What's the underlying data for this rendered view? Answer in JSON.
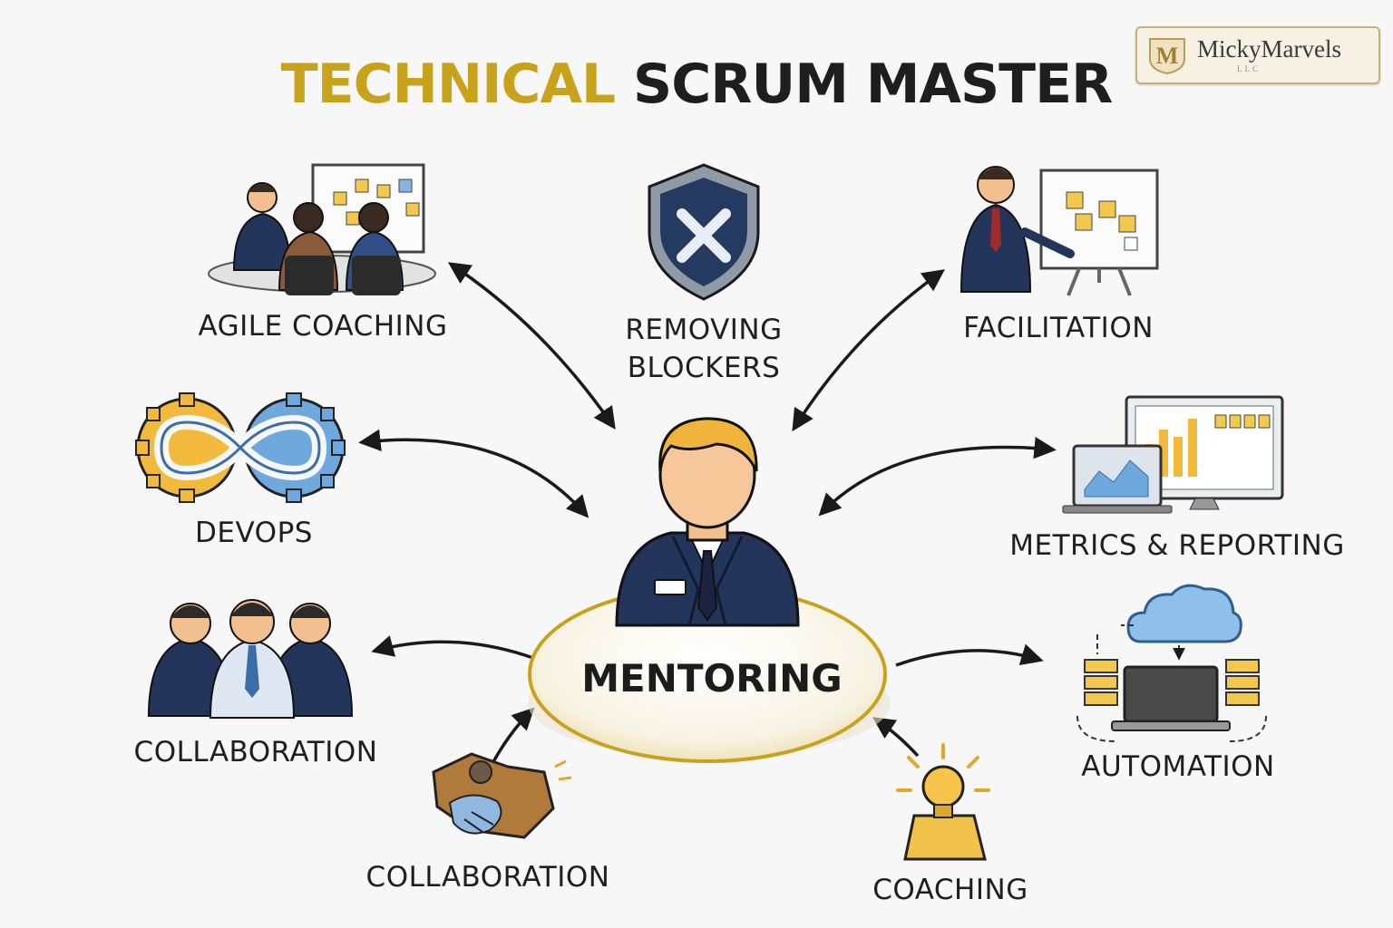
{
  "title": {
    "part1": "TECHNICAL",
    "part2": "SCRUM MASTER"
  },
  "logo": {
    "brand": "MickyMarvels",
    "sub": "LLC",
    "mark_letter": "M"
  },
  "center": {
    "label": "MENTORING"
  },
  "nodes": {
    "agile_coaching": "AGILE COACHING",
    "removing_blockers_line1": "REMOVING",
    "removing_blockers_line2": "BLOCKERS",
    "facilitation": "FACILITATION",
    "devops": "DEVOPS",
    "metrics_reporting": "METRICS & REPORTING",
    "collaboration_team": "COLLABORATION",
    "collaboration_handshake": "COLLABORATION",
    "coaching": "COACHING",
    "automation": "AUTOMATION"
  },
  "colors": {
    "accent": "#c9a21c",
    "navy": "#23365e",
    "text": "#1e1e1e",
    "sticky": "#f2c94c",
    "blue": "#6fa8dc"
  }
}
